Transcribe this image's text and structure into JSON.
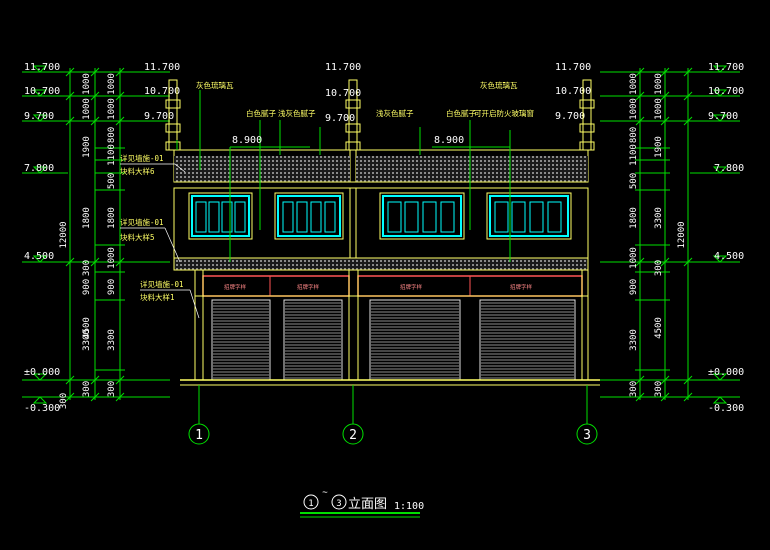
{
  "colors": {
    "background": "#000000",
    "dimension": "#00e000",
    "wall": "#ffff66",
    "roof": "#b0b0b0",
    "window": "#00ffff",
    "sign": "#ff5555",
    "shutter": "#d8d8d8",
    "leader": "#ffffff",
    "annotation": "#ffff66",
    "axis": "#00e000"
  },
  "elevations": {
    "top": "11.700",
    "ridge": "10.700",
    "eave": "9.700",
    "upper": "7.800",
    "middle": "4.500",
    "ground": "±0.000",
    "base": "-0.300",
    "roof_top": "8.900"
  },
  "dims_left_inner": [
    "1000",
    "1000",
    "1900",
    "1800",
    "300",
    "900",
    "3300",
    "300"
  ],
  "dims_left_inner2": [
    "1000",
    "1000",
    "800",
    "1100",
    "500",
    "1800",
    "1000",
    "900",
    "3300",
    "300"
  ],
  "dims_left_outer": [
    "12000",
    "4500",
    "300"
  ],
  "dims_right_inner": [
    "1000",
    "1000",
    "800",
    "1100",
    "500",
    "1800",
    "1000",
    "900",
    "3300",
    "300"
  ],
  "dims_right_inner2": [
    "1000",
    "1000",
    "1900",
    "3300",
    "300",
    "4500",
    "300"
  ],
  "dims_right_outer": [
    "12000"
  ],
  "annotations": {
    "gray_tile": "灰色琉璃瓦",
    "white_wall": "白色腻子",
    "light_gray": "浅灰色腻子",
    "material_1": "详见墙施-01",
    "material_2": "详见墙施-01",
    "material_3": "详见墙施-01",
    "sub_1": "块料大样6",
    "sub_2": "块料大样5",
    "sub_3": "块料大样1",
    "right_note": "可开启防火玻璃窗"
  },
  "signs": [
    "招牌字样",
    "招牌字样",
    "招牌字样",
    "招牌字样"
  ],
  "axes": [
    "1",
    "2",
    "3"
  ],
  "title": {
    "from": "1",
    "tilde": "~",
    "to": "3",
    "label": "立面图",
    "scale": "1:100"
  }
}
